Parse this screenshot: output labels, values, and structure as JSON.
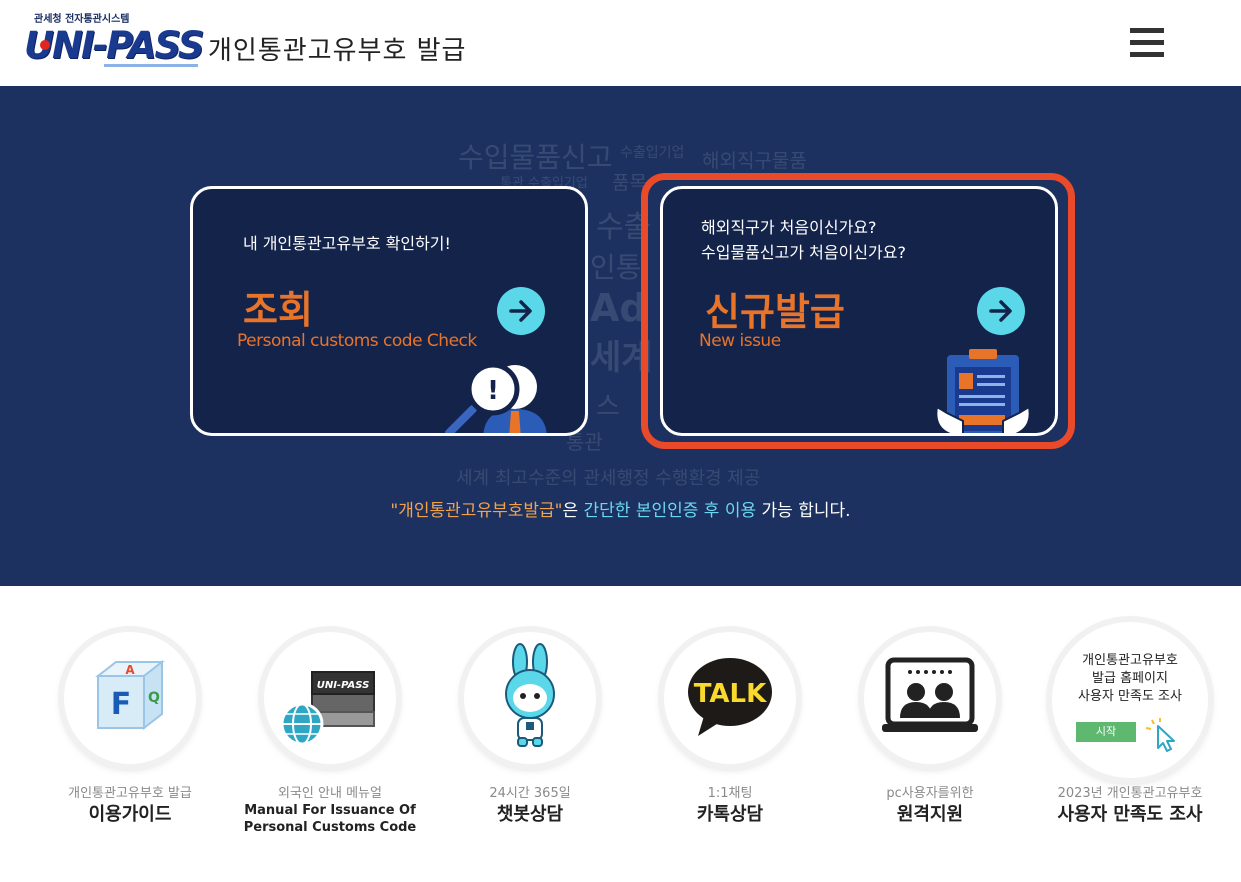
{
  "header": {
    "logo_small": "관세청 전자통관시스템",
    "logo_main": "UNI-PASS",
    "title": "개인통관고유부호 발급",
    "menu_icon": "hamburger-icon"
  },
  "hero": {
    "background_words": [
      "수입물품신고",
      "수출입기업",
      "해외직구물품",
      "통관 수출입기업",
      "품목",
      "수출",
      "인통",
      "Ad",
      "세계",
      "스",
      "통관",
      "세계 최고수준의 관세행정 수행환경 제공"
    ],
    "check_card": {
      "subtitle": "내 개인통관고유부호 확인하기!",
      "title": "조회",
      "subtitle_en": "Personal customs code Check",
      "arrow_icon": "arrow-right-icon",
      "illustration_icon": "magnifier-person-icon"
    },
    "issue_card": {
      "subtitle_line1": "해외직구가 처음이신가요?",
      "subtitle_line2": "수입물품신고가 처음이신가요?",
      "title": "신규발급",
      "subtitle_en": "New issue",
      "arrow_icon": "arrow-right-icon",
      "illustration_icon": "clipboard-hands-icon"
    },
    "notice": {
      "part1": "\"개인통관고유부호발급\"",
      "part2": "은 ",
      "part3": "간단한 본인인증 후 이용",
      "part4": " 가능 합니다."
    }
  },
  "quick_links": [
    {
      "small": "개인통관고유부호 발급",
      "big": "이용가이드",
      "icon": "faq-cube-icon"
    },
    {
      "small": "외국인 안내 메뉴얼",
      "big_line1": "Manual For Issuance Of",
      "big_line2": "Personal Customs Code",
      "icon": "unipass-book-globe-icon"
    },
    {
      "small": "24시간 365일",
      "big": "챗봇상담",
      "icon": "rabbit-mascot-icon"
    },
    {
      "small": "1:1채팅",
      "big": "카톡상담",
      "icon": "kakao-talk-icon"
    },
    {
      "small": "pc사용자를위한",
      "big": "원격지원",
      "icon": "remote-support-monitor-icon"
    },
    {
      "small": "2023년 개인통관고유부호",
      "big": "사용자 만족도 조사",
      "icon": "survey-icon",
      "survey_line1": "개인통관고유부호",
      "survey_line2": "발급 홈페이지",
      "survey_line3": "사용자 만족도 조사",
      "start_label": "시작"
    }
  ],
  "colors": {
    "hero_bg": "#1c3160",
    "card_bg": "#14234a",
    "accent_orange": "#e8742a",
    "highlight_red": "#e84a2a",
    "arrow_cyan": "#5bd7ea"
  }
}
